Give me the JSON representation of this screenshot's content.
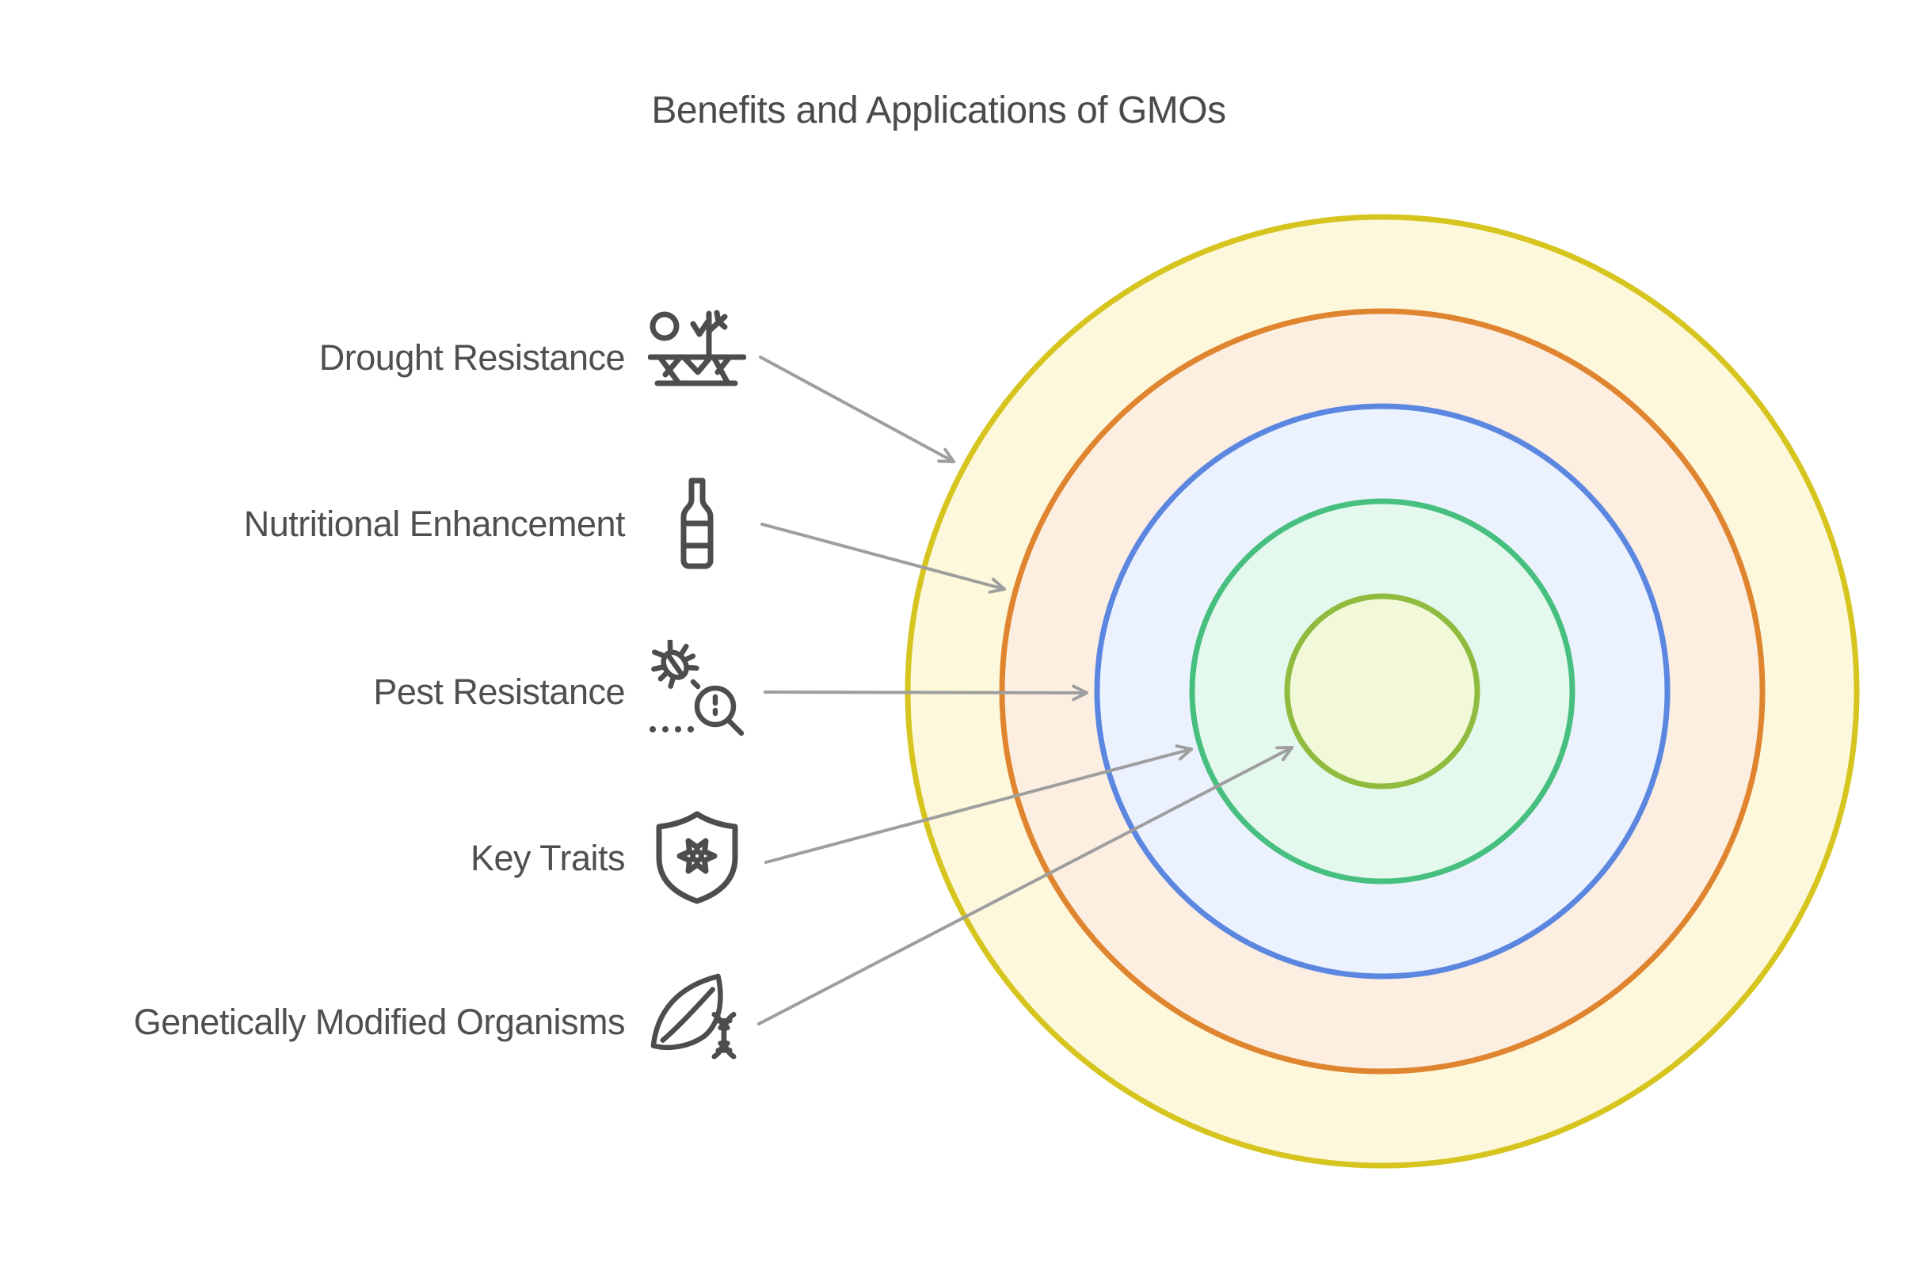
{
  "title": "Benefits and Applications of GMOs",
  "diagram": {
    "type": "onion-concentric-circles",
    "rings_outer_to_inner": [
      "Drought Resistance",
      "Nutritional Enhancement",
      "Pest Resistance",
      "Key Traits",
      "Genetically Modified Organisms"
    ]
  },
  "items": [
    {
      "label": "Drought Resistance",
      "icon": "drought-icon",
      "ring": {
        "stroke": "#d6c41f",
        "fill": "#fdf8dc",
        "radius": 599
      }
    },
    {
      "label": "Nutritional Enhancement",
      "icon": "bottle-icon",
      "ring": {
        "stroke": "#e0852f",
        "fill": "#fcefe2",
        "radius": 480
      }
    },
    {
      "label": "Pest Resistance",
      "icon": "bug-magnifier-icon",
      "ring": {
        "stroke": "#5b87e0",
        "fill": "#ecf2fd",
        "radius": 360
      }
    },
    {
      "label": "Key Traits",
      "icon": "shield-gear-icon",
      "ring": {
        "stroke": "#46bf7f",
        "fill": "#e4f8ed",
        "radius": 240
      }
    },
    {
      "label": "Genetically Modified Organisms",
      "icon": "leaf-dna-icon",
      "ring": {
        "stroke": "#8fbc3e",
        "fill": "#f2f9d9",
        "radius": 120
      }
    }
  ],
  "colors": {
    "background": "#ffffff",
    "text": "#4f4f4f",
    "icon_stroke": "#4d4d4d",
    "arrow": "#9e9e9e"
  }
}
